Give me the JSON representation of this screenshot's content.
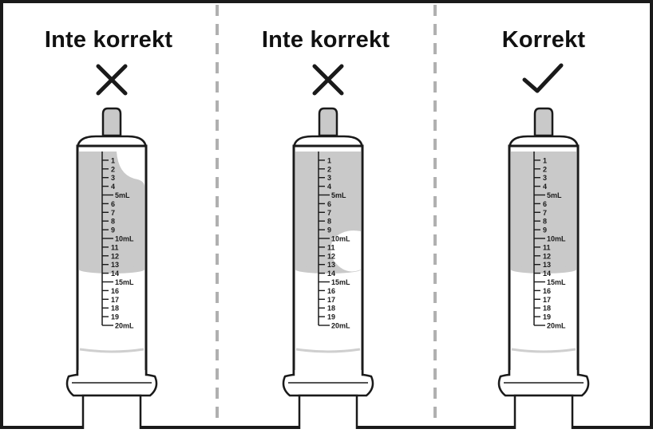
{
  "panels": [
    {
      "label": "Inte korrekt",
      "verdict_icon": "cross-icon",
      "status": "incorrect"
    },
    {
      "label": "Inte korrekt",
      "verdict_icon": "cross-icon",
      "status": "incorrect"
    },
    {
      "label": "Korrekt",
      "verdict_icon": "check-icon",
      "status": "correct"
    }
  ],
  "scale": {
    "labels": [
      "1",
      "2",
      "3",
      "4",
      "5mL",
      "6",
      "7",
      "8",
      "9",
      "10mL",
      "11",
      "12",
      "13",
      "14",
      "15mL",
      "16",
      "17",
      "18",
      "19",
      "20mL"
    ]
  },
  "colors": {
    "outline": "#1a1a1a",
    "liquid": "#c9c9c9",
    "air_gap": "#ffffff",
    "divider": "#b0b0b0"
  }
}
